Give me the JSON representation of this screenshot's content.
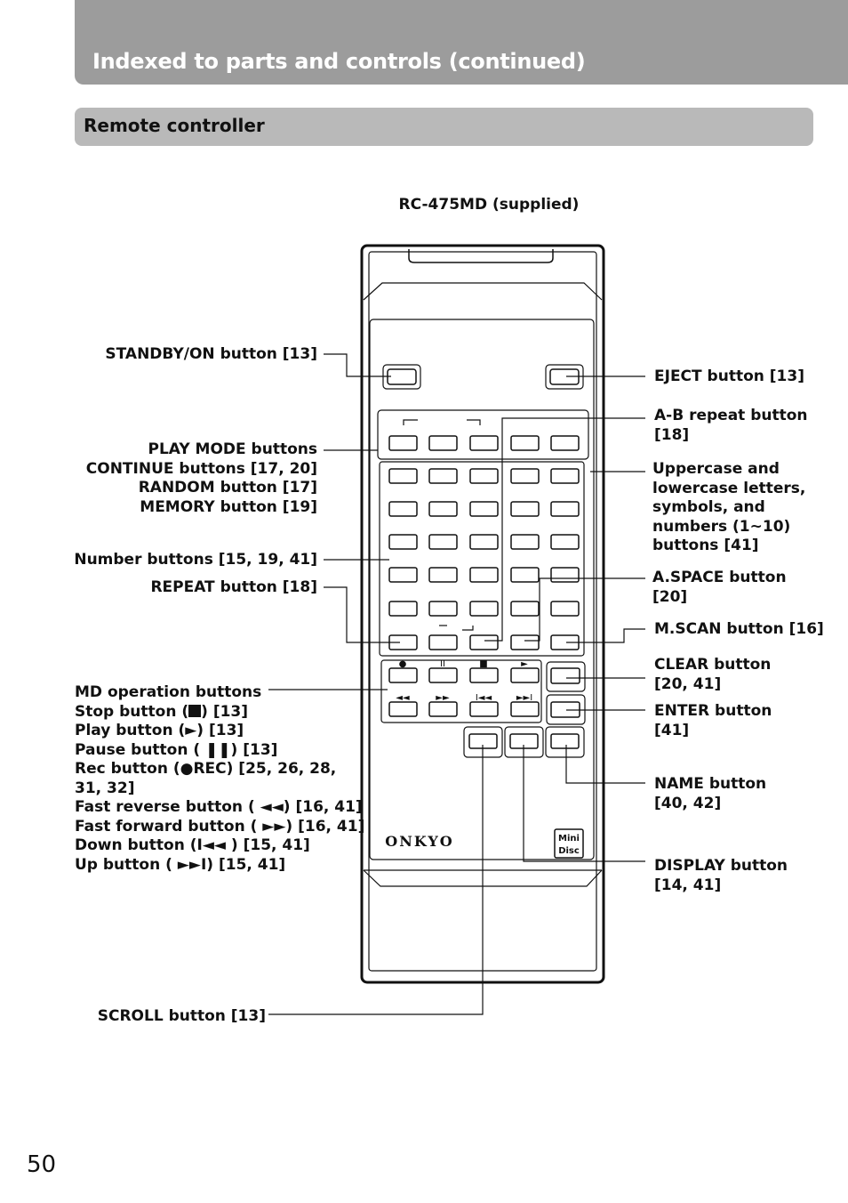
{
  "header": {
    "title": "Indexed to parts and controls (continued)"
  },
  "section": {
    "title": "Remote controller"
  },
  "figure": {
    "model_label": "RC-475MD (supplied)",
    "brand": "ONKYO",
    "logo_text": [
      "Mini",
      "Disc"
    ],
    "md_symbols": [
      "●",
      "II",
      "■",
      "►",
      "◄◄",
      "►►",
      "I◄◄",
      "►►I"
    ]
  },
  "callouts": {
    "standby": "STANDBY/ON button [13]",
    "play_mode": [
      "PLAY MODE buttons",
      "CONTINUE buttons [17, 20]",
      "RANDOM button [17]",
      "MEMORY button [19]"
    ],
    "number": "Number buttons [15, 19, 41]",
    "repeat": "REPEAT button [18]",
    "md_operation": {
      "title": "MD operation buttons",
      "stop": [
        "Stop button (",
        ") [13]"
      ],
      "play": "Play button (►) [13]",
      "pause": "Pause button ( ❚❚) [13]",
      "rec": [
        "Rec button (●REC) [25, 26, 28,",
        "31, 32]"
      ],
      "fast_reverse": "Fast reverse button ( ◄◄) [16, 41]",
      "fast_forward": "Fast forward button ( ►►) [16, 41]",
      "down": "Down button (I◄◄ ) [15, 41]",
      "up": "Up button ( ►►I) [15, 41]"
    },
    "scroll": "SCROLL button [13]",
    "eject": "EJECT button [13]",
    "ab_repeat": [
      "A-B repeat button",
      "[18]"
    ],
    "letters": [
      "Uppercase and",
      "lowercase letters,",
      "symbols, and",
      "numbers (1~10)",
      "buttons [41]"
    ],
    "aspace": [
      "A.SPACE button",
      "[20]"
    ],
    "mscan": "M.SCAN button [16]",
    "clear": [
      "CLEAR button",
      "[20, 41]"
    ],
    "enter": [
      "ENTER button",
      "[41]"
    ],
    "name": [
      "NAME button",
      "[40, 42]"
    ],
    "display": [
      "DISPLAY button",
      "[14, 41]"
    ]
  },
  "page_number": "50"
}
